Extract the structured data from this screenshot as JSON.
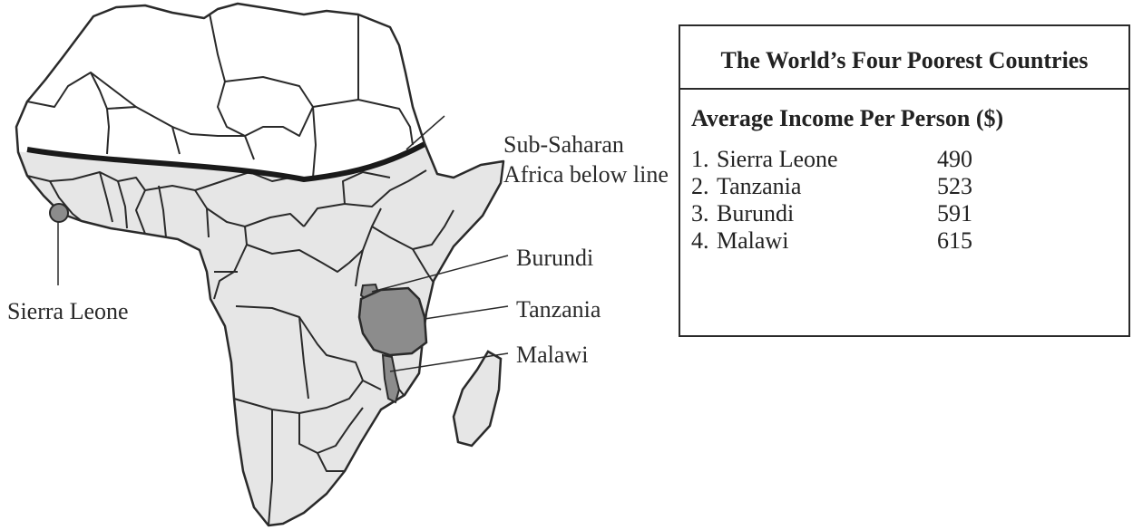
{
  "map": {
    "labels": {
      "subsaharan": "Sub-Saharan Africa below line",
      "sierra_leone": "Sierra Leone",
      "burundi": "Burundi",
      "tanzania": "Tanzania",
      "malawi": "Malawi"
    },
    "colors": {
      "subsaharan_fill": "#e6e6e6",
      "north_fill": "#ffffff",
      "highlight_fill": "#8c8c8c",
      "border": "#2a2a2a"
    }
  },
  "table": {
    "title": "The World’s Four Poorest Countries",
    "subtitle": "Average Income Per Person ($)",
    "rows": [
      {
        "rank": "1.",
        "country": "Sierra Leone",
        "value": "490"
      },
      {
        "rank": "2.",
        "country": "Tanzania",
        "value": "523"
      },
      {
        "rank": "3.",
        "country": "Burundi",
        "value": "591"
      },
      {
        "rank": "4.",
        "country": "Malawi",
        "value": "615"
      }
    ]
  }
}
